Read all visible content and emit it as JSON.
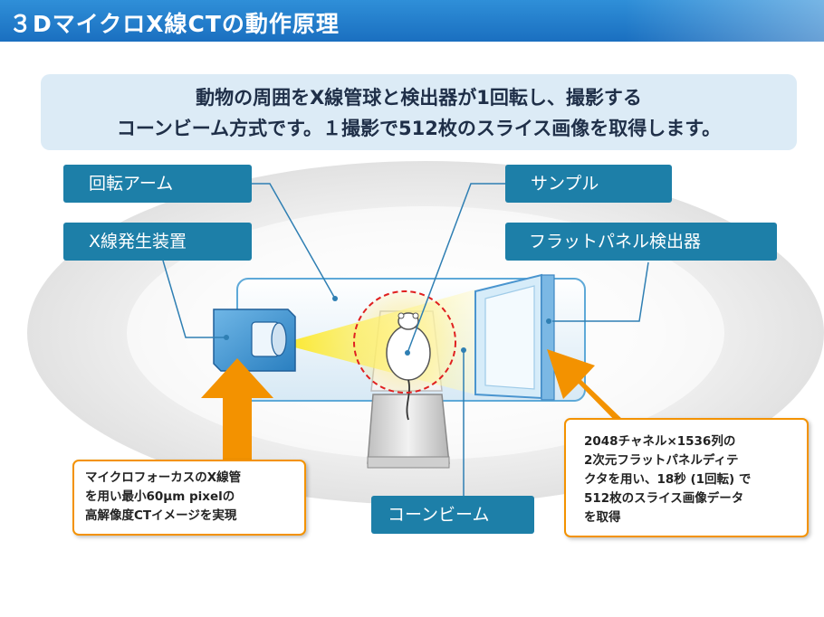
{
  "title": "３DマイクロX線CTの動作原理",
  "subtitle": {
    "line1": "動物の周囲をX線管球と検出器が1回転し、撮影する",
    "line2": "コーンビーム方式です。１撮影で512枚のスライス画像を取得します。"
  },
  "labels": {
    "rotating_arm": "回転アーム",
    "xray_generator": "X線発生装置",
    "sample": "サンプル",
    "flat_panel_detector": "フラットパネル検出器",
    "cone_beam": "コーンビーム"
  },
  "callouts": {
    "left": "マイクロフォーカスのX線管\nを用い最小60μm pixelの\n高解像度CTイメージを実現",
    "right": "2048チャネル×1536列の\n2次元フラットパネルディテ\nクタを用い、18秒 (1回転) で\n512枚のスライス画像データ\nを取得"
  },
  "colors": {
    "title_bar": "#2a85d0",
    "label_bg": "#1d7fa8",
    "arrow": "#f39200",
    "subtitle_bg": "#dcebf6"
  }
}
